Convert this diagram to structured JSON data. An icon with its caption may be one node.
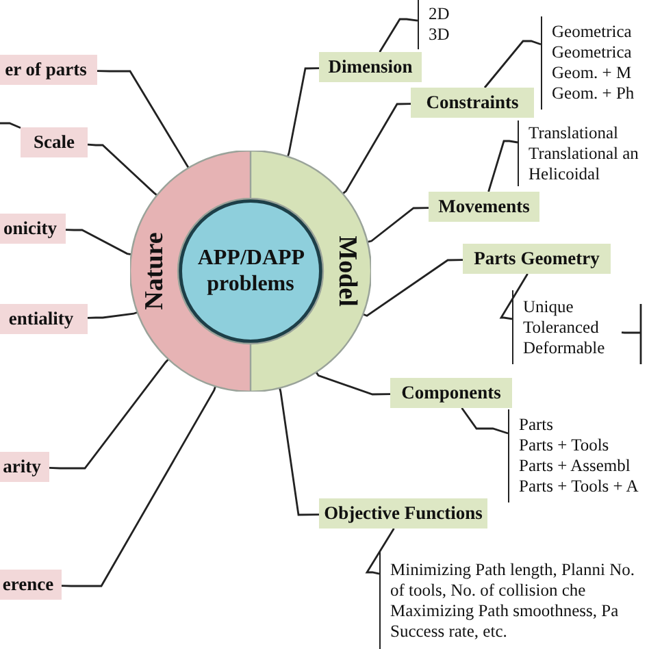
{
  "diagram": {
    "nodes": [
      {
        "text": [
          "APP/DAPP problems"
        ]
      },
      {
        "text": [
          "Nature"
        ]
      },
      {
        "text": [
          "Model"
        ]
      },
      {
        "text": [
          "er of parts"
        ]
      },
      {
        "text": [
          "Scale"
        ]
      },
      {
        "text": [
          "onicity"
        ]
      },
      {
        "text": [
          "entiality"
        ]
      },
      {
        "text": [
          "arity"
        ]
      },
      {
        "text": [
          "erence"
        ]
      },
      {
        "text": [
          "Dimension"
        ]
      },
      {
        "text": [
          "2D",
          "3D"
        ]
      },
      {
        "text": [
          "Constraints"
        ]
      },
      {
        "text": [
          "Geometrica",
          "Geometrica",
          "Geom. + M",
          "Geom. + Ph"
        ]
      },
      {
        "text": [
          "Movements"
        ]
      },
      {
        "text": [
          "Translational",
          "Translational an",
          "Helicoidal"
        ]
      },
      {
        "text": [
          "Parts Geometry"
        ]
      },
      {
        "text": [
          "Unique",
          "Toleranced",
          "Deformable"
        ]
      },
      {
        "text": [
          "Components"
        ]
      },
      {
        "text": [
          "Parts",
          "Parts + Tools",
          "Parts + Assembl",
          "Parts + Tools + A"
        ]
      },
      {
        "text": [
          "Objective Functions"
        ]
      },
      {
        "text": [
          "Minimizing Path length, Planni No. of tools, No. of collision che",
          "Maximizing Path smoothness, Pa Success rate, etc."
        ]
      }
    ],
    "edges": [
      {
        "from": 1,
        "to": 3,
        "arrow": "none"
      },
      {
        "from": 1,
        "to": 4,
        "arrow": "none"
      },
      {
        "from": 1,
        "to": 5,
        "arrow": "none"
      },
      {
        "from": 1,
        "to": 6,
        "arrow": "none"
      },
      {
        "from": 1,
        "to": 7,
        "arrow": "none"
      },
      {
        "from": 1,
        "to": 8,
        "arrow": "none"
      },
      {
        "from": 2,
        "to": 9,
        "arrow": "none"
      },
      {
        "from": 2,
        "to": 11,
        "arrow": "none"
      },
      {
        "from": 2,
        "to": 13,
        "arrow": "none"
      },
      {
        "from": 2,
        "to": 15,
        "arrow": "none"
      },
      {
        "from": 2,
        "to": 17,
        "arrow": "none"
      },
      {
        "from": 2,
        "to": 19,
        "arrow": "none"
      },
      {
        "from": 9,
        "to": 10,
        "arrow": "none"
      },
      {
        "from": 11,
        "to": 12,
        "arrow": "none"
      },
      {
        "from": 13,
        "to": 14,
        "arrow": "none"
      },
      {
        "from": 15,
        "to": 16,
        "arrow": "none"
      },
      {
        "from": 17,
        "to": 18,
        "arrow": "none"
      },
      {
        "from": 19,
        "to": 20,
        "arrow": "none"
      },
      {
        "from": 16,
        "to": null,
        "arrow": "none"
      },
      {
        "from": 4,
        "to": null,
        "arrow": "none"
      }
    ]
  }
}
